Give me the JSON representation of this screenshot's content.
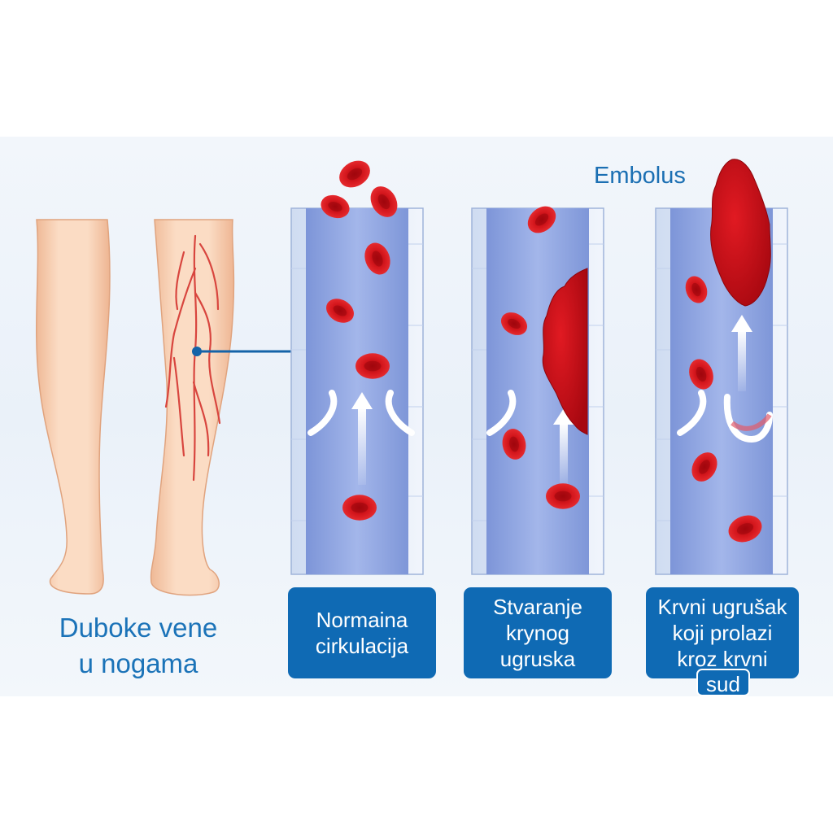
{
  "labels": {
    "legs": "Duboke vene\nu nogama",
    "embolus": "Embolus",
    "panel1": "Normaina\ncirkulacija",
    "panel2": "Stvaranje\nkrynog\nugruska",
    "panel3_main": "Krvni ugrušak\nkoji prolazi\nkroz krvni",
    "panel3_last": "sud"
  },
  "colors": {
    "caption_bg": "#0f6ab4",
    "title_text": "#1b73b8",
    "vessel_lumen": "#8fa6e0",
    "vessel_wall": "#dbe6f6",
    "blood_cell": "#d01b22",
    "clot": "#c8101a",
    "skin": "#f8d3b6",
    "vein": "#d8453e"
  },
  "icons": [
    "leg-back-view",
    "red-blood-cell",
    "valve-flap",
    "flow-arrow",
    "blood-clot",
    "embolus-clot",
    "pointer-line"
  ]
}
